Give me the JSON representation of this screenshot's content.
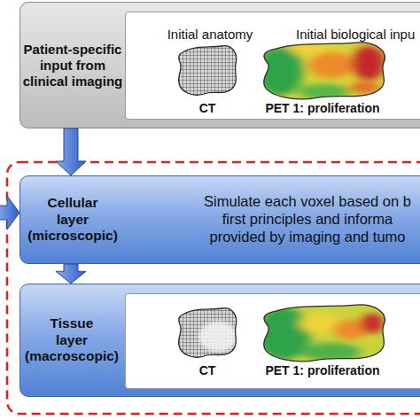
{
  "diagram": {
    "nodes": [
      {
        "text": [
          "Patient-specific input from clinical imaging"
        ]
      },
      {
        "text": [
          "Initial anatomy",
          "Initial biological inpu",
          "CT",
          "PET 1: proliferation"
        ],
        "in": 0
      },
      {
        "text": [
          "Cellular layer (microscopic)",
          "Simulate each voxel based on b first principles and informa provided by imaging and tumo"
        ]
      },
      {
        "text": [
          "Tissue layer (macroscopic)"
        ]
      },
      {
        "text": [
          "CT",
          "PET 1: proliferation"
        ],
        "in": 3
      }
    ],
    "edges": [
      {
        "from": 0,
        "to": 2,
        "arrow": "to"
      },
      {
        "from": 2,
        "to": 3,
        "arrow": "to"
      }
    ]
  }
}
